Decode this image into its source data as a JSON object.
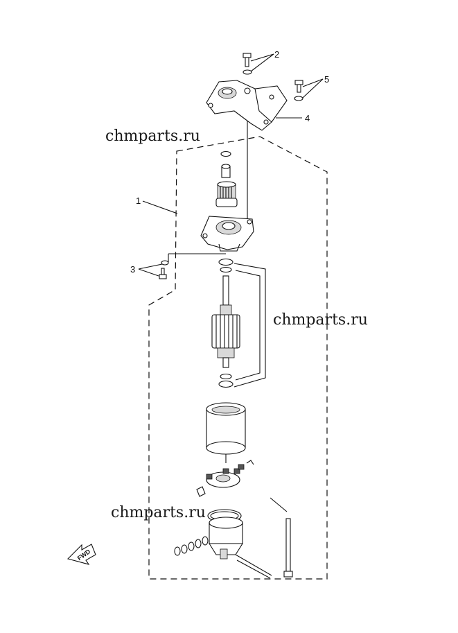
{
  "watermarks": [
    "chmparts.ru",
    "chmparts.ru",
    "chmparts.ru"
  ],
  "callouts": [
    "1",
    "2",
    "3",
    "4",
    "5"
  ],
  "direction_label": "FWD",
  "colors": {
    "line": "#111111",
    "background": "#ffffff",
    "shade": "#d9d9d9"
  }
}
